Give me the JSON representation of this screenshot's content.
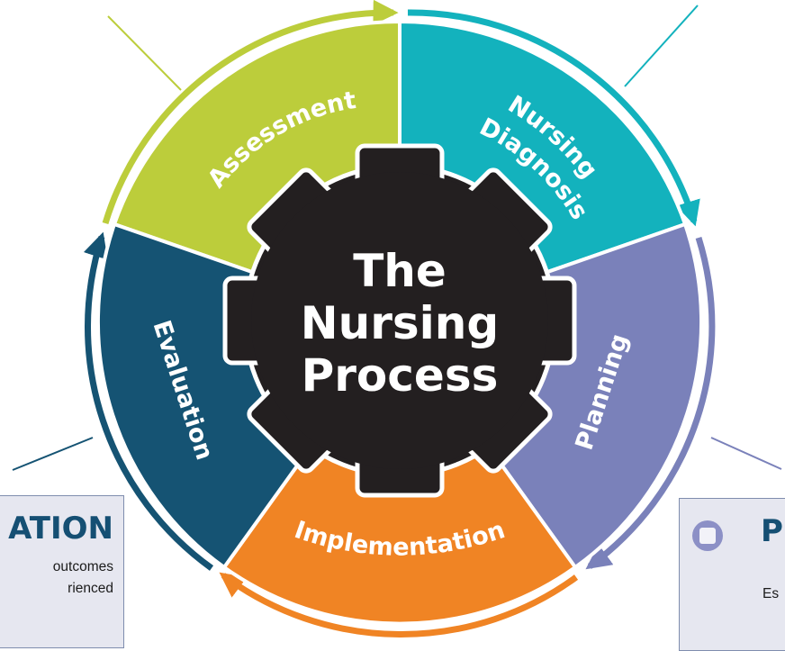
{
  "center": {
    "lines": [
      "The",
      "Nursing",
      "Process"
    ]
  },
  "wedges": {
    "assessment": "Assessment",
    "diagnosis_line1": "Nursing",
    "diagnosis_line2": "Diagnosis",
    "planning": "Planning",
    "implementation": "Implementation",
    "evaluation": "Evaluation"
  },
  "boxes": {
    "evaluation": {
      "heading": "ATION",
      "lines": [
        "outcomes",
        "rienced"
      ]
    },
    "planning": {
      "heading": "P",
      "lines": [
        "Es"
      ],
      "icon": "planning-icon"
    }
  },
  "colors": {
    "assessment": "#bccd3b",
    "diagnosis": "#13b2bd",
    "planning": "#7a81ba",
    "implementation": "#f08424",
    "evaluation": "#155373",
    "gear": "#231f20",
    "box_heading": "#154f73",
    "box_border": "#7f8dae",
    "box_fill": "#e6e7f0"
  }
}
